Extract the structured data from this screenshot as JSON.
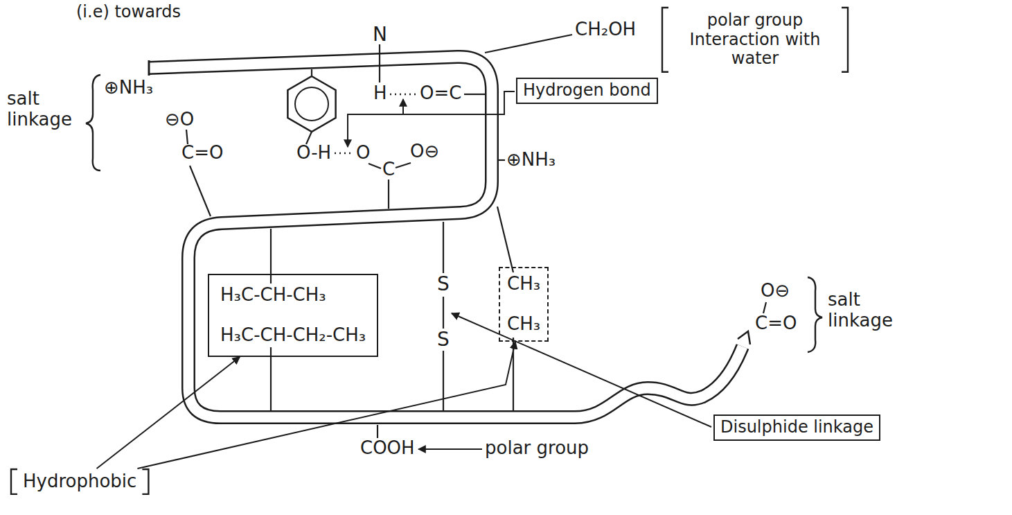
{
  "diagram": {
    "nodes": [
      {
        "text": [
          "polar group Interaction with water"
        ]
      },
      {
        "text": [
          "Hydrogen bond"
        ]
      },
      {
        "text": [
          "H₃C-CH-CH₃",
          "H₃C-CH-CH₂-CH₃"
        ]
      },
      {
        "text": [
          "CH₃",
          "CH₃"
        ]
      },
      {
        "text": [
          "Disulphide linkage"
        ]
      },
      {
        "text": [
          "Hydrophobic"
        ]
      }
    ],
    "edges": [
      {
        "from": 5,
        "to": 2,
        "arrow": "to"
      },
      {
        "from": 5,
        "to": 3,
        "arrow": "to"
      }
    ],
    "labels": [
      "(i.e) towards",
      "salt linkage",
      "⊕NH₃",
      "⊖O",
      "C=O",
      "N",
      "H",
      "O=C",
      "O-H",
      "O",
      "C",
      "O⊖",
      "CH₂OH",
      "⊕NH₃",
      "O⊖",
      "C=O",
      "salt linkage",
      "S",
      "S",
      "COOH",
      "polar group"
    ]
  }
}
